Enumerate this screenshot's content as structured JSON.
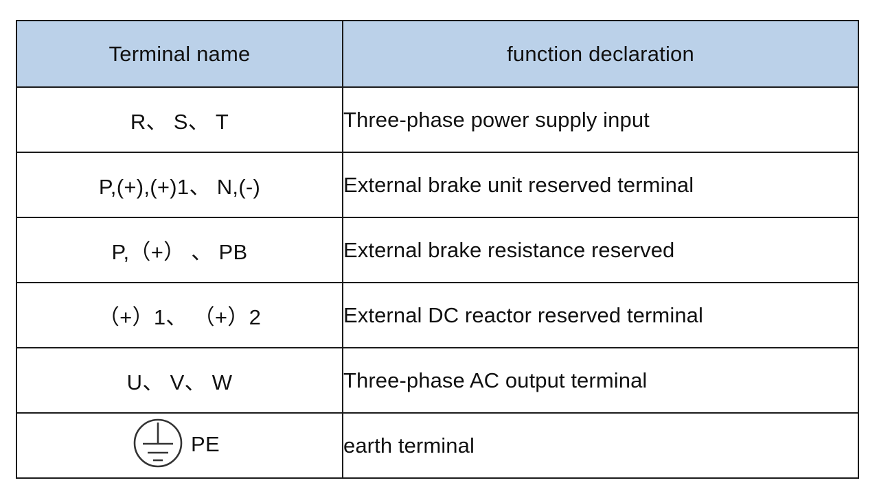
{
  "table": {
    "columns": [
      {
        "key": "terminal_name",
        "header": "Terminal name"
      },
      {
        "key": "function_declaration",
        "header": "function declaration"
      }
    ],
    "header_background": "#bbd1e9",
    "border_color": "#1a1a1a",
    "rows": [
      {
        "terminal_name": "R、 S、 T",
        "function_declaration": "Three-phase power supply input"
      },
      {
        "terminal_name": "P,(+),(+)1、 N,(-)",
        "function_declaration": "External brake unit reserved terminal"
      },
      {
        "terminal_name": "P,（+） 、 PB",
        "function_declaration": "External brake resistance reserved"
      },
      {
        "terminal_name": "（+）1、 （+）2",
        "function_declaration": "External DC reactor reserved terminal"
      },
      {
        "terminal_name": "U、 V、 W",
        "function_declaration": "Three-phase AC output terminal"
      },
      {
        "terminal_name": "PE",
        "terminal_icon": "protective-earth-icon",
        "function_declaration": "earth terminal"
      }
    ]
  }
}
